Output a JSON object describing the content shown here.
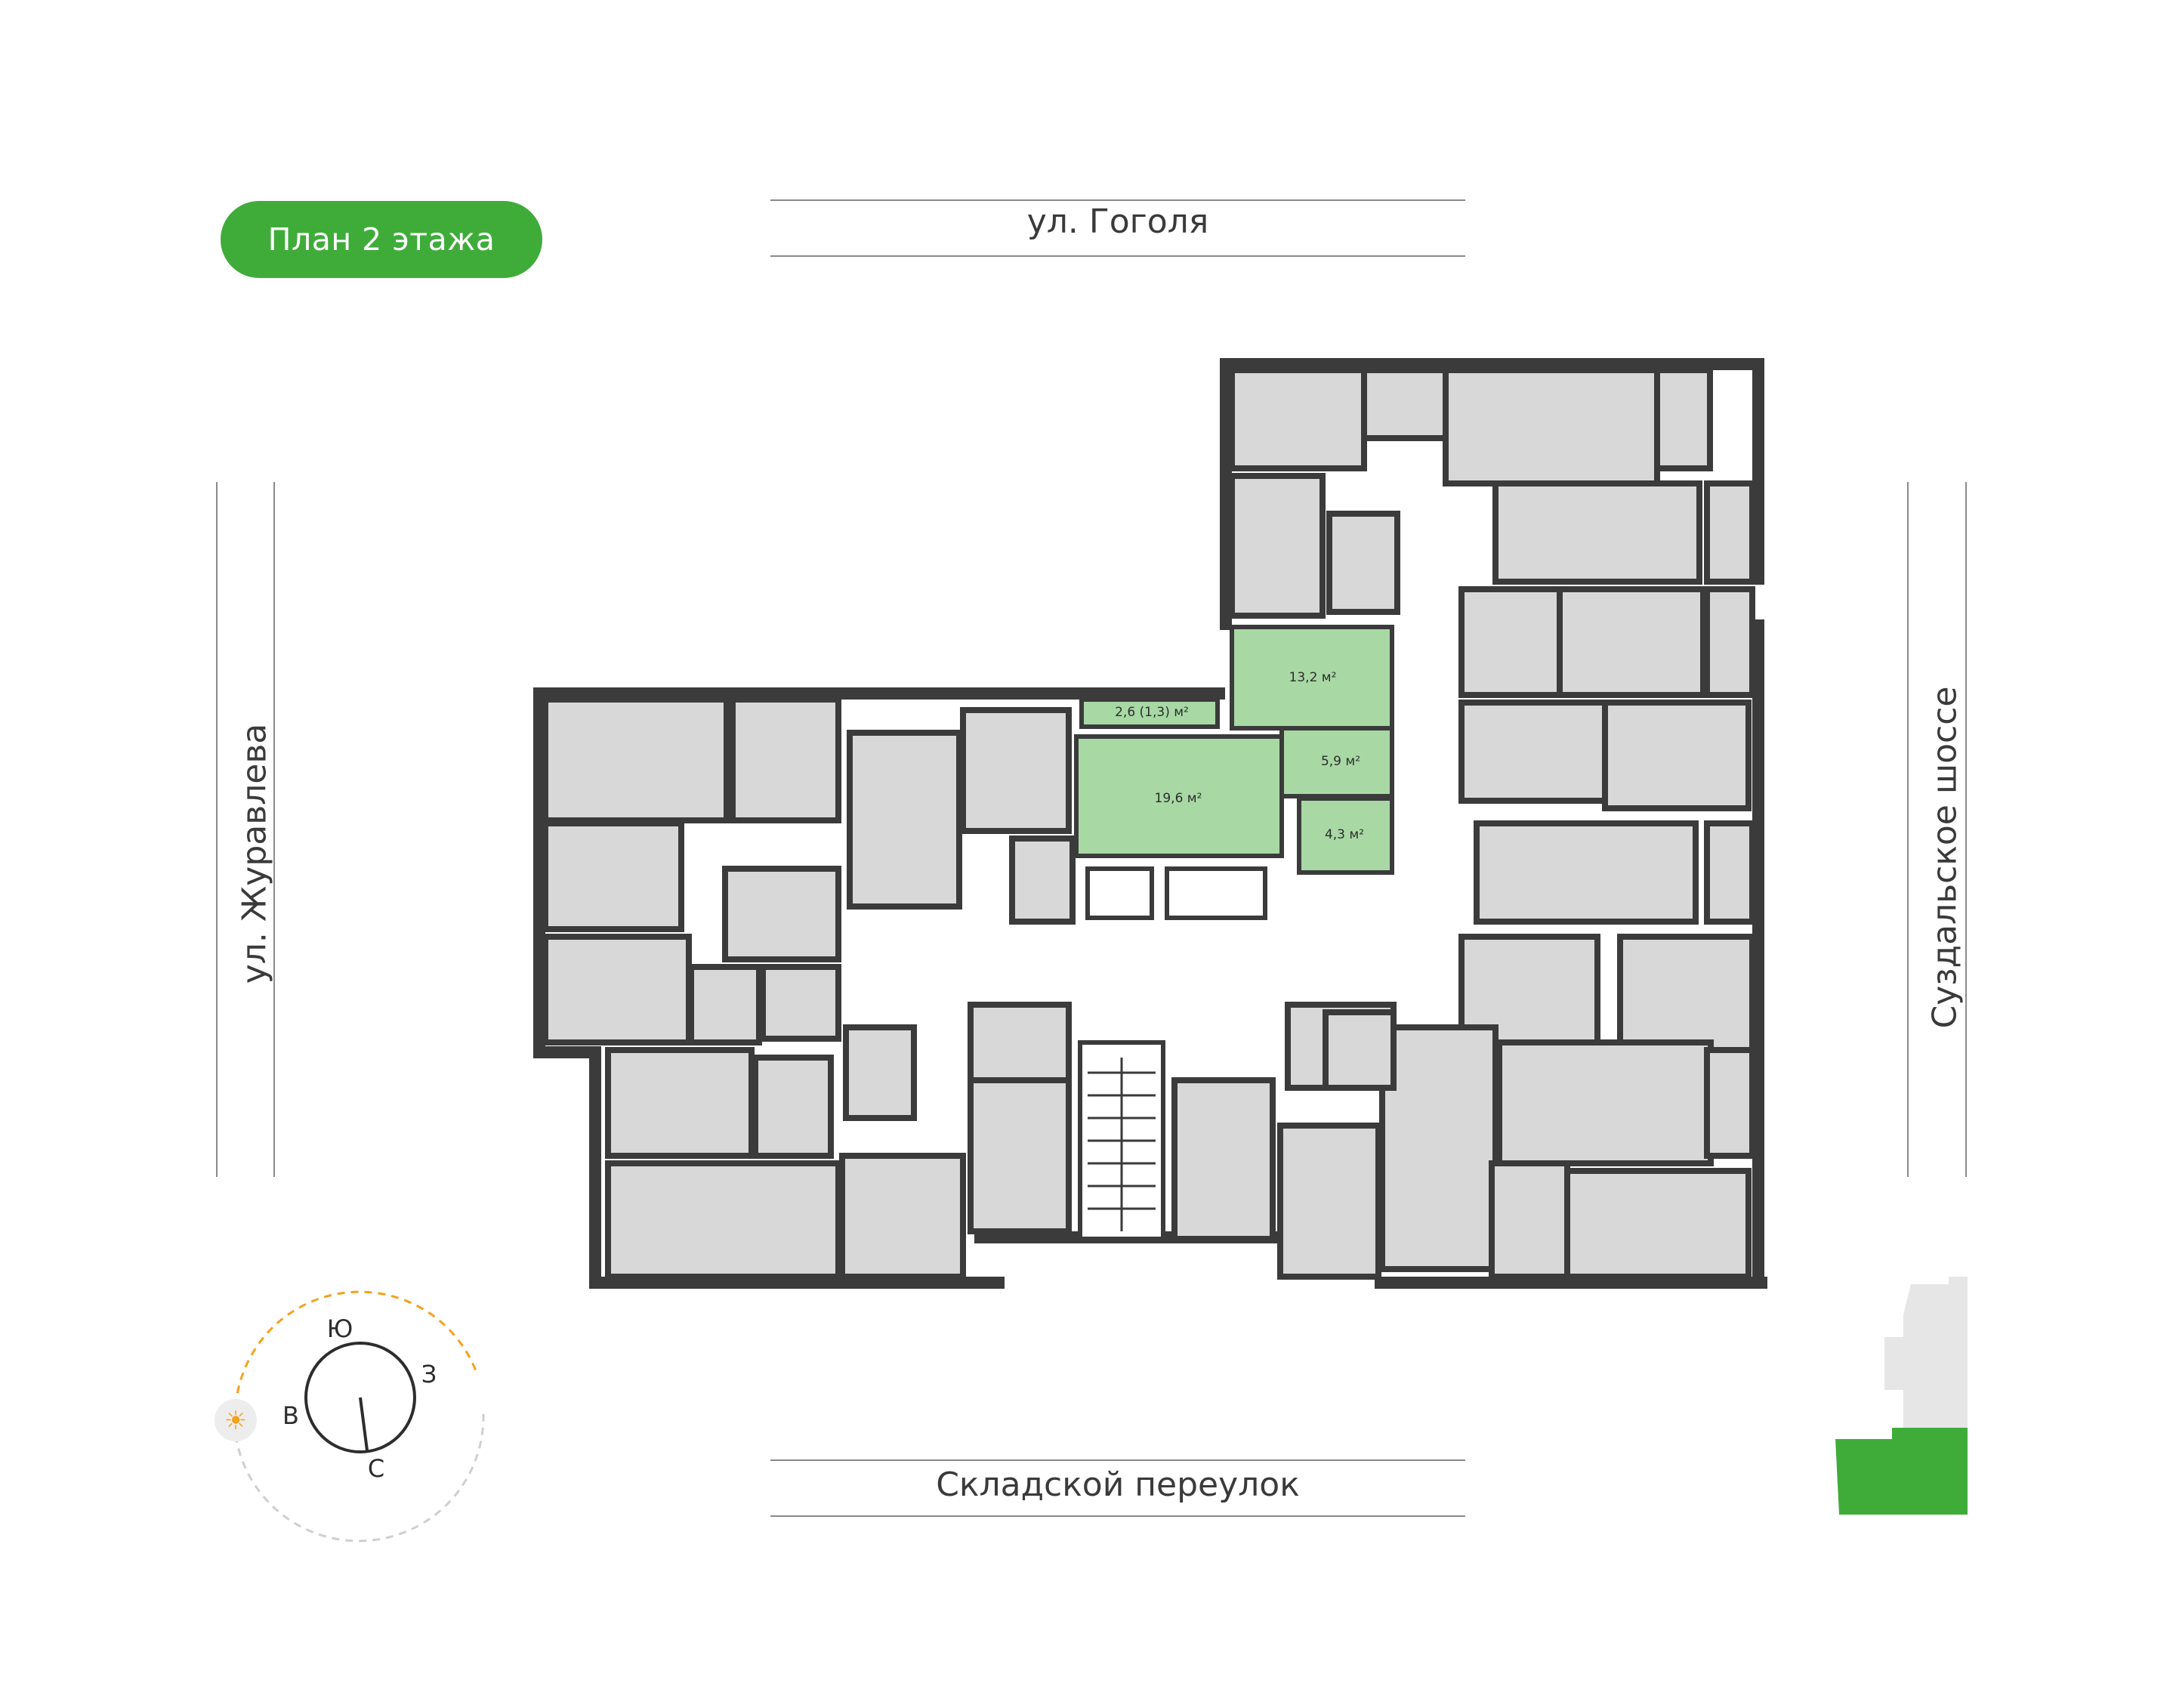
{
  "floor_badge": {
    "label": "План 2 этажа",
    "color": "#3fac3a"
  },
  "streets": {
    "top": "ул. Гоголя",
    "bottom": "Складской переулок",
    "left": "ул. Журавлева",
    "right": "Суздальское шоссе"
  },
  "highlighted_apartment": {
    "color": "#a8d9a4",
    "rooms": [
      {
        "area": "13,2 м²"
      },
      {
        "area": "2,6 (1,3) м²"
      },
      {
        "area": "19,6 м²"
      },
      {
        "area": "5,9 м²"
      },
      {
        "area": "4,3 м²"
      }
    ]
  },
  "compass": {
    "south": "Ю",
    "west": "З",
    "east": "В",
    "north": "С",
    "sun_color": "#f4a21c",
    "arc_color": "#f4a21c"
  },
  "colors": {
    "room_fill": "#d8d8d8",
    "wall": "#3b3b3b",
    "corridor": "#ffffff",
    "site_building": "#e6e6e6",
    "site_highlight": "#3fac3a"
  },
  "icons": {
    "sun": "sun-icon",
    "north_pointer": "compass-needle-icon"
  }
}
